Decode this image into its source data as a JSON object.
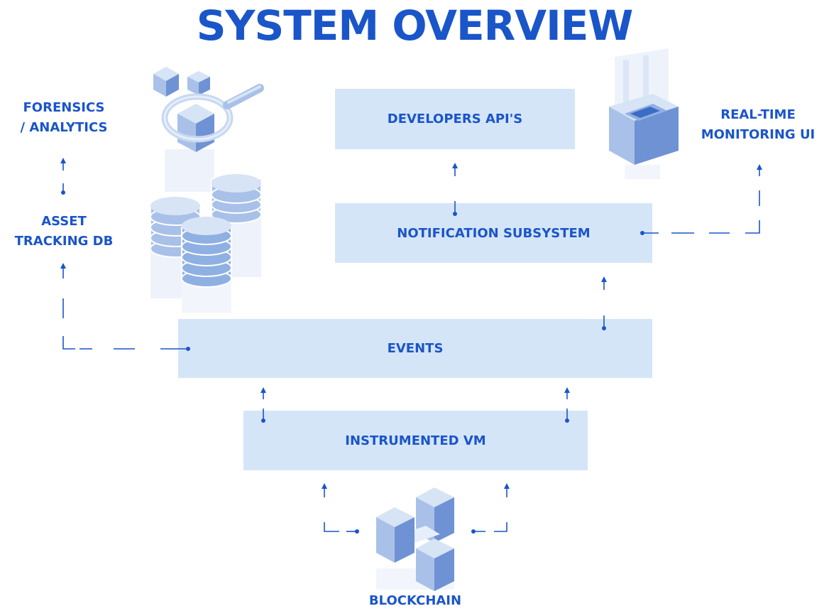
{
  "title": "SYSTEM OVERVIEW",
  "boxes": {
    "developers_api": "DEVELOPERS API'S",
    "notification_subsystem": "NOTIFICATION SUBSYSTEM",
    "events": "EVENTS",
    "instrumented_vm": "INSTRUMENTED VM"
  },
  "labels": {
    "forensics_line1": "FORENSICS",
    "forensics_line2": "/ ANALYTICS",
    "asset_line1": "ASSET",
    "asset_line2": "TRACKING DB",
    "realtime_line1": "REAL-TIME",
    "realtime_line2": "MONITORING UI",
    "blockchain": "BLOCKCHAIN"
  },
  "colors": {
    "accent": "#1a55c9",
    "box_fill": "#d5e5f8",
    "illustration_light": "#d7e4f5",
    "illustration_mid": "#a9c1e8",
    "illustration_dark": "#6f92d4"
  },
  "icons": [
    "magnifier-cubes-icon",
    "database-stack-icon",
    "monitor-screen-icon",
    "blockchain-cubes-icon"
  ]
}
